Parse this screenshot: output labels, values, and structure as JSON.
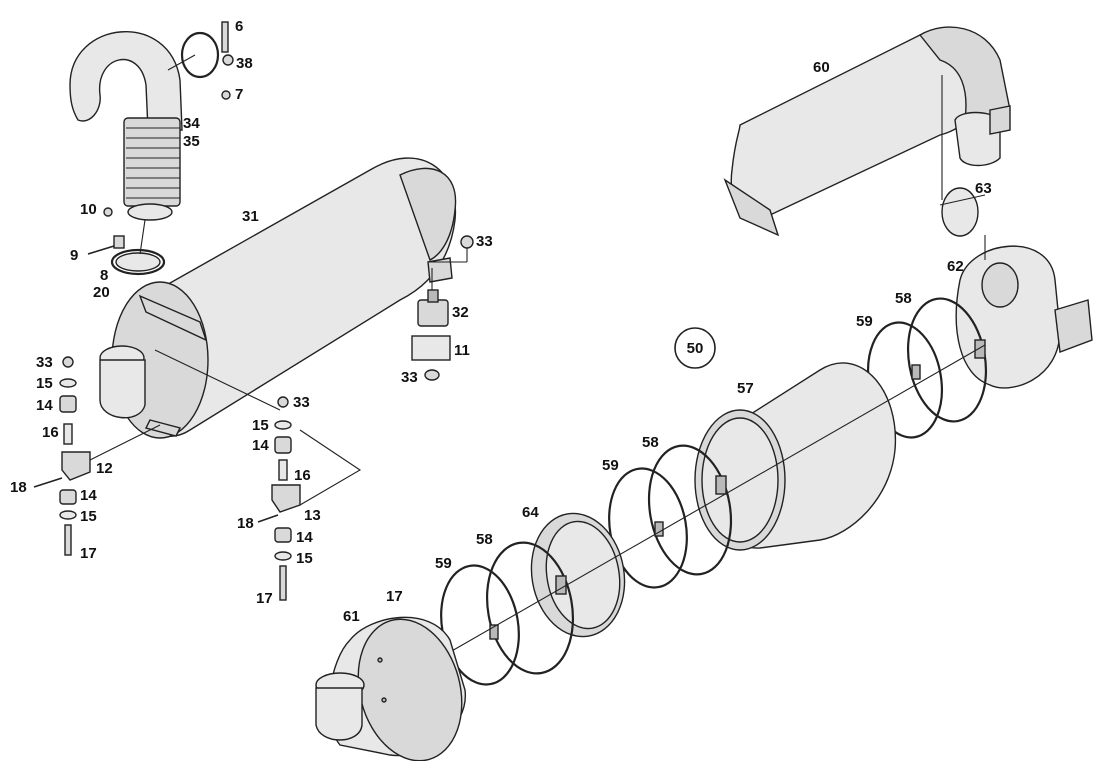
{
  "diagram": {
    "group_badge": "50",
    "labels": {
      "l6": "6",
      "l38": "38",
      "l7": "7",
      "l34": "34",
      "l35": "35",
      "l10": "10",
      "l9": "9",
      "l8": "8",
      "l20": "20",
      "l31": "31",
      "l33a": "33",
      "l32": "32",
      "l11": "11",
      "l33b": "33",
      "l33c": "33",
      "l15a": "15",
      "l14a": "14",
      "l16a": "16",
      "l12": "12",
      "l18a": "18",
      "l14b": "14",
      "l15b": "15",
      "l17a": "17",
      "l33d": "33",
      "l15c": "15",
      "l14c": "14",
      "l16b": "16",
      "l13": "13",
      "l18b": "18",
      "l14d": "14",
      "l15d": "15",
      "l17b": "17",
      "l60": "60",
      "l63": "63",
      "l62": "62",
      "l58a": "58",
      "l59a": "59",
      "l57": "57",
      "l58b": "58",
      "l59b": "59",
      "l64": "64",
      "l58c": "58",
      "l59c": "59",
      "l61": "61",
      "l17c": "17"
    }
  }
}
